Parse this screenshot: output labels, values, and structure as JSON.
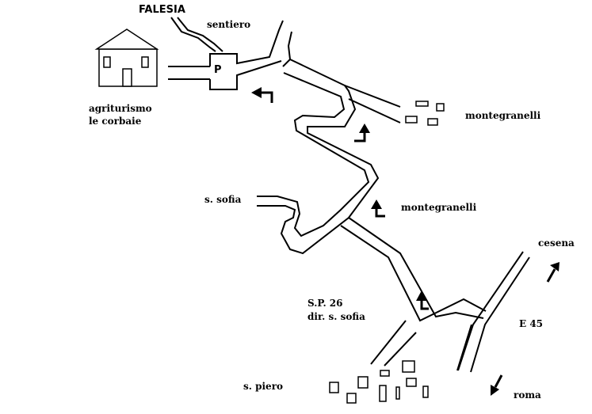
{
  "labels": {
    "falesia": "FALESIA",
    "sentiero": "sentiero",
    "parking": "P",
    "agriturismo_line1": "agriturismo",
    "agriturismo_line2": "le corbaie",
    "montegranelli_top": "montegranelli",
    "montegranelli_mid": "montegranelli",
    "s_sofia": "s. sofia",
    "sp26_line1": "S.P. 26",
    "sp26_line2": "dir. s. sofia",
    "cesena": "cesena",
    "e45": "E 45",
    "s_piero": "s. piero",
    "roma": "roma"
  },
  "colors": {
    "ink": "#000000",
    "paper": "#ffffff"
  }
}
